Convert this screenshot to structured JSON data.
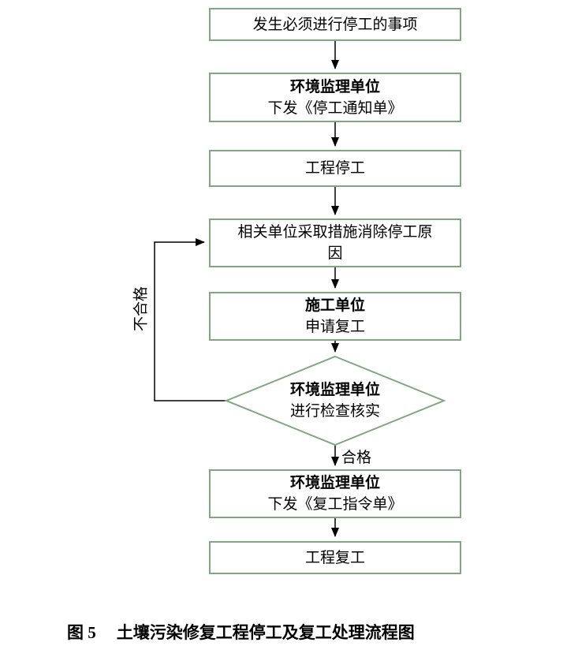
{
  "colors": {
    "box_border": "#7fa87f",
    "line": "#000000"
  },
  "flow": {
    "node_start": {
      "text": "发生必须进行停工的事项"
    },
    "node_stop_notice": {
      "title": "环境监理单位",
      "subtitle": "下发《停工通知单》"
    },
    "node_project_stop": {
      "text": "工程停工"
    },
    "node_eliminate": {
      "text": "相关单位采取措施消除停工原因"
    },
    "node_apply_resume": {
      "title": "施工单位",
      "subtitle": "申请复工"
    },
    "decision_inspect": {
      "title": "环境监理单位",
      "subtitle": "进行检查核实"
    },
    "node_resume_order": {
      "title": "环境监理单位",
      "subtitle": "下发《复工指令单》"
    },
    "node_project_resume": {
      "text": "工程复工"
    },
    "label_pass": "合格",
    "label_fail": "不合格"
  },
  "caption": {
    "label": "图 5",
    "title": "土壤污染修复工程停工及复工处理流程图"
  }
}
